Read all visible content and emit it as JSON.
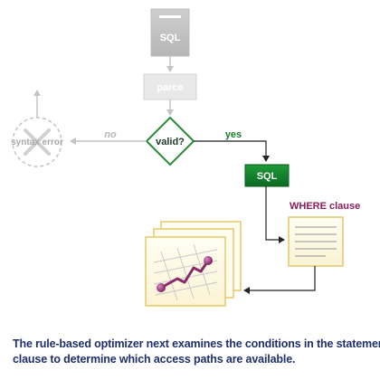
{
  "nodes": {
    "sql_source": "SQL",
    "parse_step": "parce",
    "decision": "valid?",
    "syntax_error": "syntax error",
    "sql_valid": "SQL",
    "where_clause": "WHERE clause"
  },
  "edges": {
    "no_label": "no",
    "yes_label": "yes"
  },
  "caption": {
    "line1": "The rule-based optimizer next examines the conditions in the statement's WHERE",
    "line2": "clause to determine which access paths are available."
  },
  "colors": {
    "inactive_gray": "#c0c0c0",
    "decision_green": "#2a8a3a",
    "sql_green": "#127a2a",
    "where_label": "#8a1d5b",
    "doc_border": "#e0c060",
    "plan_purple": "#8a2a6a",
    "caption_blue": "#1f2f6b"
  }
}
